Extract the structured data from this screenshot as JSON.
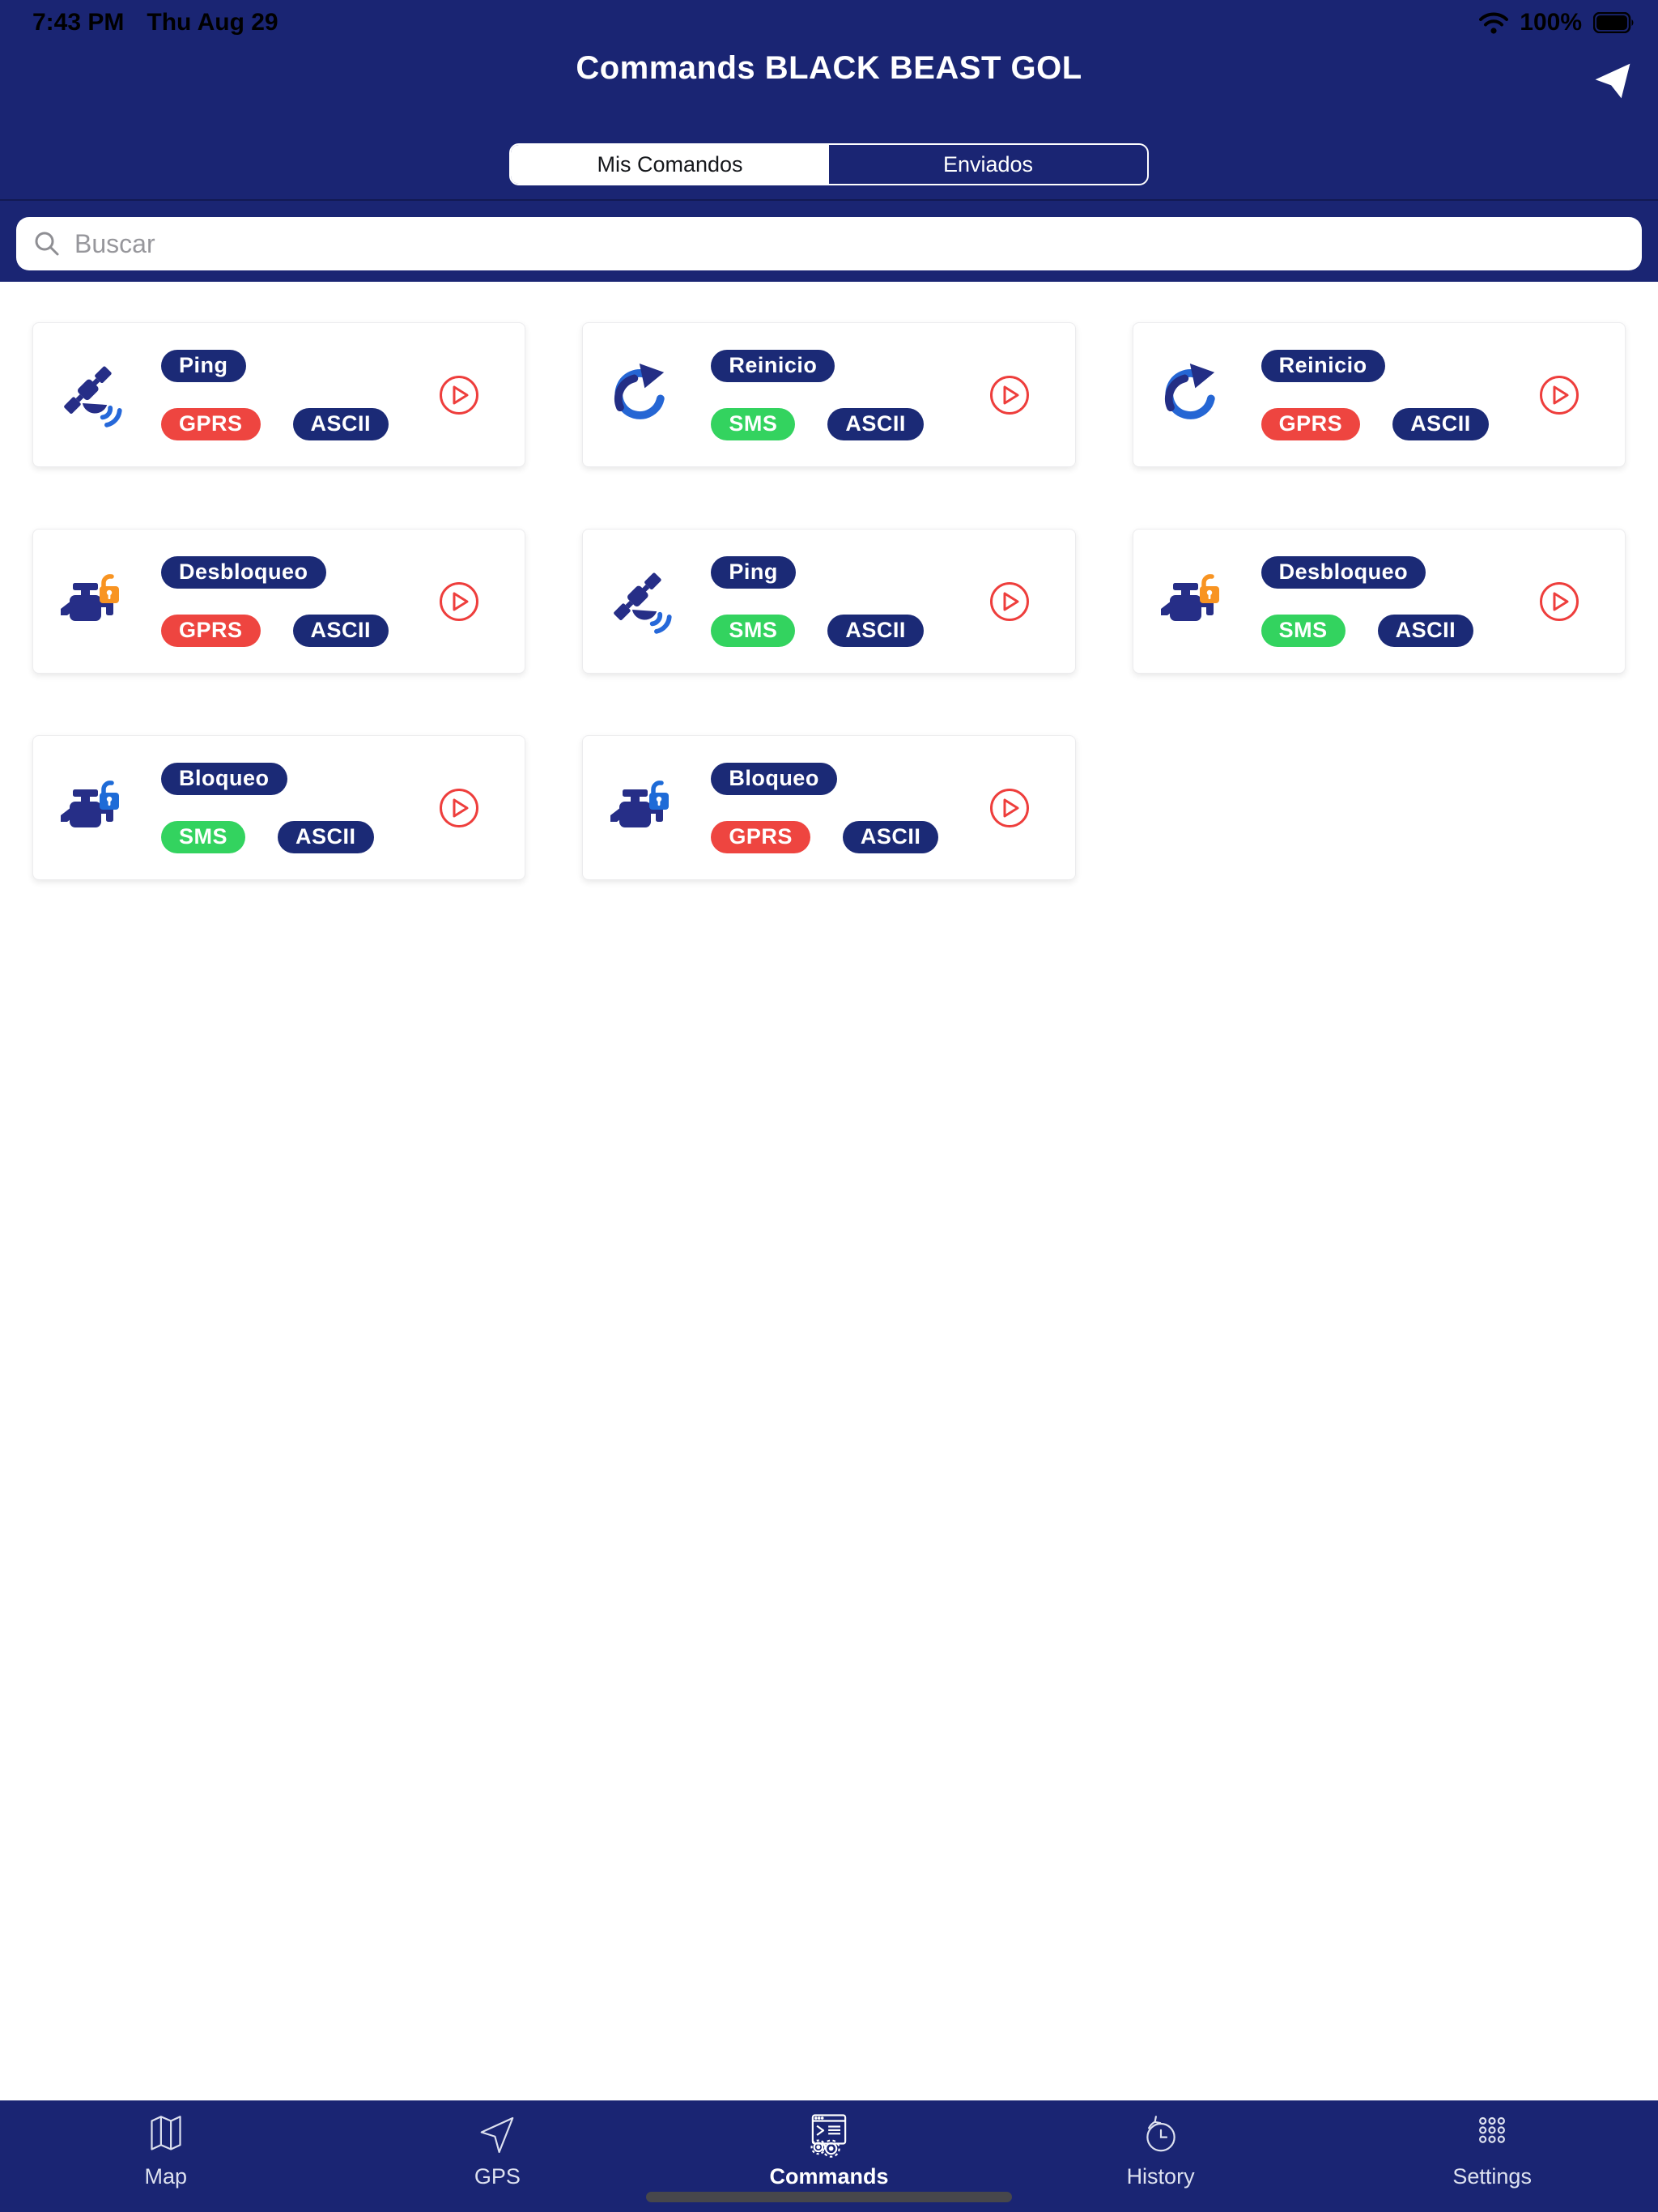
{
  "status_bar": {
    "time": "7:43 PM",
    "date": "Thu Aug 29",
    "battery": "100%"
  },
  "header": {
    "title": "Commands BLACK BEAST GOL",
    "tabs": [
      {
        "label": "Mis Comandos",
        "selected": true
      },
      {
        "label": "Enviados",
        "selected": false
      }
    ]
  },
  "search": {
    "placeholder": "Buscar"
  },
  "commands": {
    "items": [
      {
        "name": "Ping",
        "icon": "satellite",
        "transport": "GPRS",
        "protocol": "ASCII"
      },
      {
        "name": "Reinicio",
        "icon": "restart",
        "transport": "SMS",
        "protocol": "ASCII"
      },
      {
        "name": "Reinicio",
        "icon": "restart",
        "transport": "GPRS",
        "protocol": "ASCII"
      },
      {
        "name": "Desbloqueo",
        "icon": "engine-unlock",
        "transport": "GPRS",
        "protocol": "ASCII"
      },
      {
        "name": "Ping",
        "icon": "satellite",
        "transport": "SMS",
        "protocol": "ASCII"
      },
      {
        "name": "Desbloqueo",
        "icon": "engine-unlock",
        "transport": "SMS",
        "protocol": "ASCII"
      },
      {
        "name": "Bloqueo",
        "icon": "engine-lock",
        "transport": "SMS",
        "protocol": "ASCII"
      },
      {
        "name": "Bloqueo",
        "icon": "engine-lock",
        "transport": "GPRS",
        "protocol": "ASCII"
      }
    ]
  },
  "tab_bar": {
    "items": [
      {
        "label": "Map",
        "icon": "map",
        "active": false
      },
      {
        "label": "GPS",
        "icon": "gps",
        "active": false
      },
      {
        "label": "Commands",
        "icon": "commands",
        "active": true
      },
      {
        "label": "History",
        "icon": "history",
        "active": false
      },
      {
        "label": "Settings",
        "icon": "settings",
        "active": false
      }
    ]
  },
  "colors": {
    "navy_background": "#1A2573",
    "pill_navy": "#1B2A76",
    "transport": {
      "GPRS": "#EE4540",
      "SMS": "#33D35F"
    },
    "play_red": "#EE3E3C",
    "icon_navy": "#262E87",
    "signal_blue": "#2668D9",
    "lock_unlock_orange": "#F89422",
    "lock_blue": "#1E6BD7"
  }
}
